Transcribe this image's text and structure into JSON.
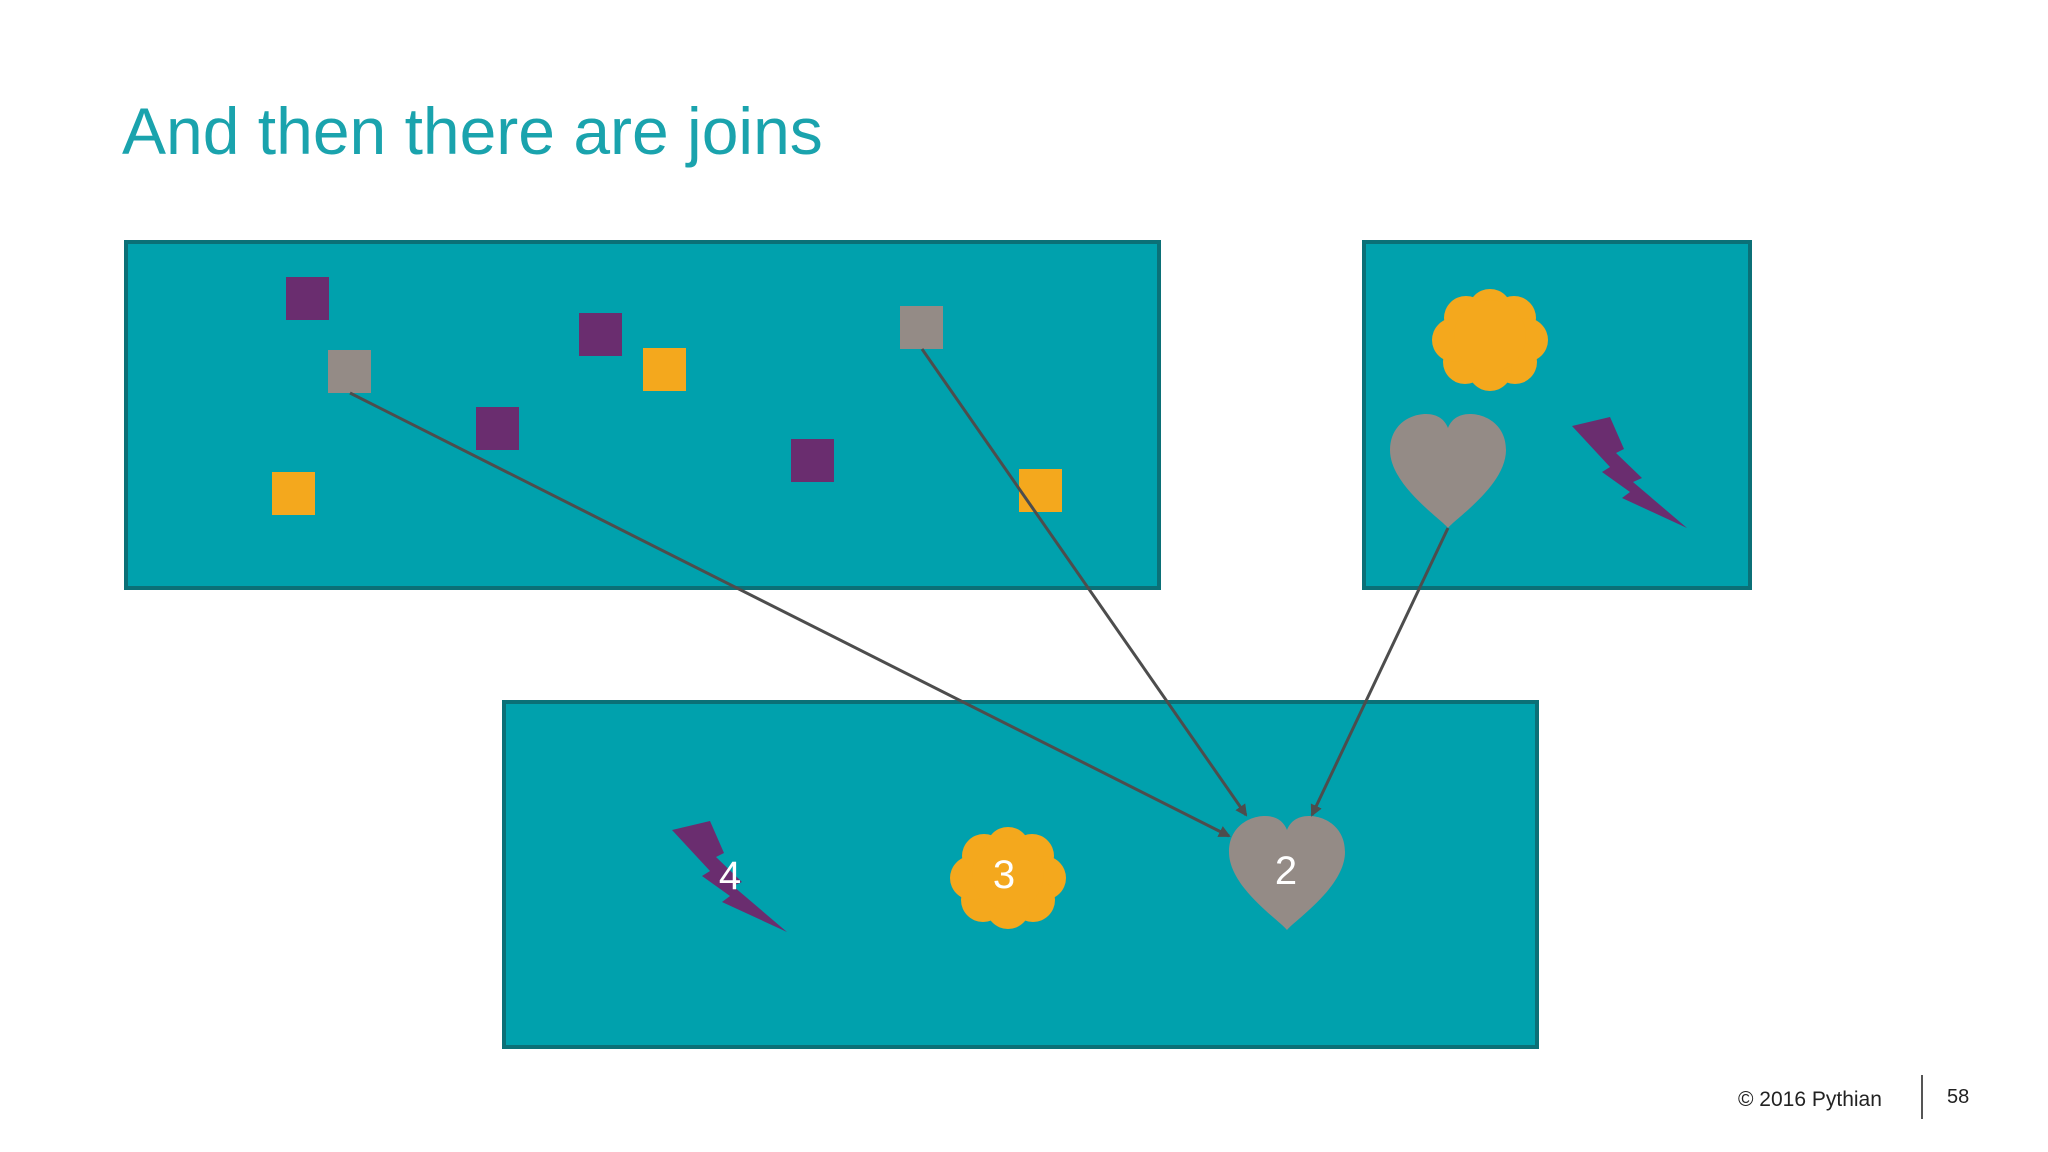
{
  "slide": {
    "title": "And then there are joins",
    "copyright": "© 2016 Pythian",
    "page_number": "58"
  },
  "colors": {
    "teal": "#00a1ad",
    "teal_border": "#0b7077",
    "purple": "#6a2d6f",
    "orange": "#f4a81d",
    "gray": "#948b86",
    "arrow": "#4d4d4d"
  },
  "diagram": {
    "table_large": {
      "shapes": [
        "purple-square",
        "gray-square",
        "purple-square",
        "orange-square",
        "purple-square",
        "orange-square",
        "gray-square",
        "purple-square",
        "orange-square"
      ]
    },
    "table_small": {
      "shapes": [
        "orange-cloud",
        "gray-heart",
        "purple-lightning"
      ]
    },
    "result_table": {
      "items": [
        {
          "shape": "purple-lightning",
          "label": "4"
        },
        {
          "shape": "orange-cloud",
          "label": "3"
        },
        {
          "shape": "gray-heart",
          "label": "2"
        }
      ]
    }
  }
}
